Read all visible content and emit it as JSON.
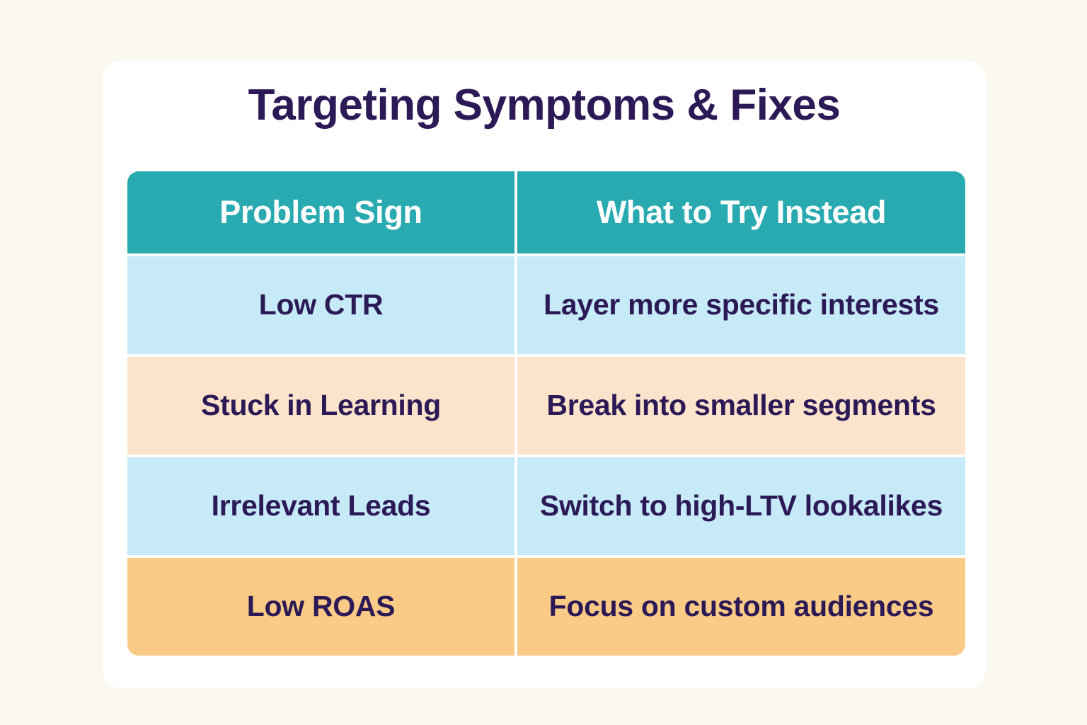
{
  "page": {
    "background_color": "#fbf8ef",
    "card_background_color": "#ffffff"
  },
  "title": "Targeting Symptoms & Fixes",
  "colors": {
    "title_text": "#2c1a56",
    "header_background": "#29aab1",
    "header_text": "#ffffff",
    "body_text": "#2c1a56",
    "row_blue": "#c6eaf8",
    "row_peach": "#fbe4cb",
    "row_amber": "#facb86"
  },
  "table": {
    "columns": [
      "Problem Sign",
      "What to Try Instead"
    ],
    "rows": [
      {
        "problem": "Low CTR",
        "fix": "Layer more specific interests",
        "tone": "blue"
      },
      {
        "problem": "Stuck in Learning",
        "fix": "Break into smaller segments",
        "tone": "peach"
      },
      {
        "problem": "Irrelevant Leads",
        "fix": "Switch to high-LTV lookalikes",
        "tone": "blue"
      },
      {
        "problem": "Low ROAS",
        "fix": "Focus on custom audiences",
        "tone": "amber"
      }
    ]
  }
}
